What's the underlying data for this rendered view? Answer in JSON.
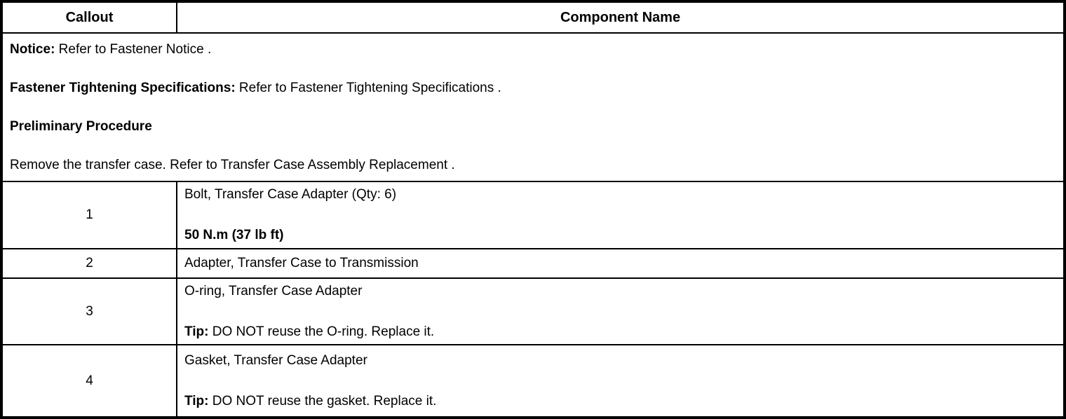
{
  "colors": {
    "border": "#000000",
    "background": "#ffffff",
    "text": "#000000"
  },
  "table": {
    "header": {
      "callout": "Callout",
      "component": "Component Name"
    },
    "notice": {
      "paragraphs": [
        {
          "bold": "Notice:",
          "text": " Refer to Fastener Notice ."
        },
        {
          "bold": "Fastener Tightening Specifications:",
          "text": " Refer to Fastener Tightening Specifications ."
        },
        {
          "bold": "Preliminary Procedure",
          "text": ""
        },
        {
          "bold": "",
          "text": "Remove the transfer case. Refer to Transfer Case Assembly Replacement ."
        }
      ]
    },
    "rows": [
      {
        "callout": "1",
        "lines": [
          {
            "bold": "",
            "text": "Bolt, Transfer Case Adapter (Qty: 6)"
          },
          {
            "bold": "50 N.m (37 lb ft)",
            "text": ""
          }
        ]
      },
      {
        "callout": "2",
        "lines": [
          {
            "bold": "",
            "text": "Adapter, Transfer Case to Transmission"
          }
        ]
      },
      {
        "callout": "3",
        "lines": [
          {
            "bold": "",
            "text": "O-ring, Transfer Case Adapter"
          },
          {
            "bold": "Tip:",
            "text": " DO NOT reuse the O-ring. Replace it."
          }
        ]
      },
      {
        "callout": "4",
        "lines": [
          {
            "bold": "",
            "text": "Gasket, Transfer Case Adapter"
          },
          {
            "bold": "Tip:",
            "text": " DO NOT reuse the gasket. Replace it."
          }
        ]
      }
    ]
  }
}
